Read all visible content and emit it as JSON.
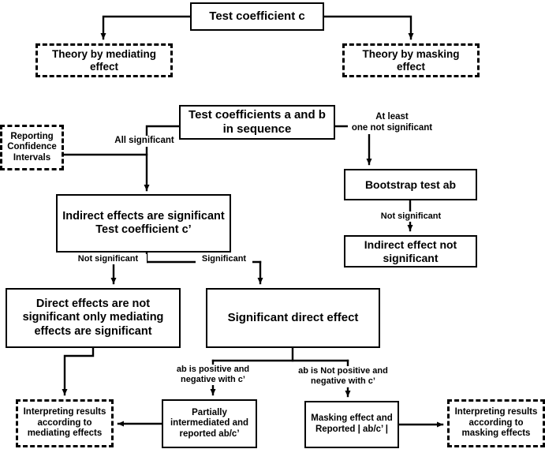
{
  "diagram": {
    "title": "Mediation and masking effect testing flowchart",
    "stroke_color": "#000000",
    "background_color": "#ffffff",
    "nodes": {
      "test_c": {
        "label": "Test coefficient c",
        "style": "solid"
      },
      "theory_mediating": {
        "label": "Theory by mediating\neffect",
        "style": "dashed"
      },
      "theory_masking": {
        "label": "Theory by masking\neffect",
        "style": "dashed"
      },
      "test_ab": {
        "label": "Test coefficients a and b\nin sequence",
        "style": "solid"
      },
      "reporting_ci": {
        "label": "Reporting\nConfidence\nIntervals",
        "style": "dashed"
      },
      "bootstrap": {
        "label": "Bootstrap test ab",
        "style": "solid"
      },
      "indirect_not_sig": {
        "label": "Indirect effect not\nsignificant",
        "style": "solid"
      },
      "indirect_sig": {
        "label": "Indirect effects are significant\nTest coefficient c’",
        "style": "solid"
      },
      "direct_not_sig": {
        "label": "Direct effects are not\nsignificant only mediating\neffects are significant",
        "style": "solid"
      },
      "sig_direct": {
        "label": "Significant direct effect",
        "style": "solid"
      },
      "interpret_mediating": {
        "label": "Interpreting results\naccording to\nmediating effects",
        "style": "dashed"
      },
      "partially_intermediated": {
        "label": "Partially\nintermediated and\nreported ab/c’",
        "style": "solid"
      },
      "masking_reported": {
        "label": "Masking effect and\nReported | ab/c’  |",
        "style": "solid"
      },
      "interpret_masking": {
        "label": "Interpreting results\naccording to\nmasking effects",
        "style": "dashed"
      }
    },
    "edge_labels": {
      "all_significant": "All significant",
      "at_least_one_not_significant": "At least\none not significant",
      "not_significant_bootstrap": "Not significant",
      "not_significant_left": "Not significant",
      "significant_right": "Significant",
      "ab_positive": "ab is positive and\nnegative with c’",
      "ab_not_positive": "ab is Not positive and\nnegative with c’"
    }
  }
}
